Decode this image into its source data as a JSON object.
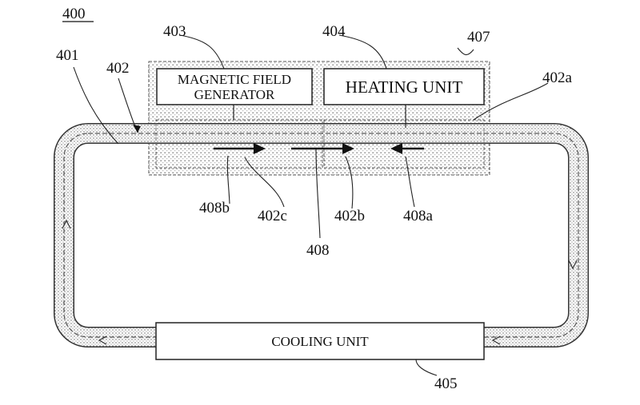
{
  "figure": {
    "number": "400",
    "parts": {
      "loop": "401",
      "channel": "402",
      "channel_a": "402a",
      "channel_b": "402b",
      "channel_c": "402c",
      "magnetic": "403",
      "heating": "404",
      "cooling": "405",
      "enclosure": "407",
      "flow": "408",
      "flow_a": "408a",
      "flow_b": "408b"
    },
    "boxes": {
      "magnetic_line1": "MAGNETIC FIELD",
      "magnetic_line2": "GENERATOR",
      "heating": "HEATING UNIT",
      "cooling": "COOLING UNIT"
    }
  }
}
